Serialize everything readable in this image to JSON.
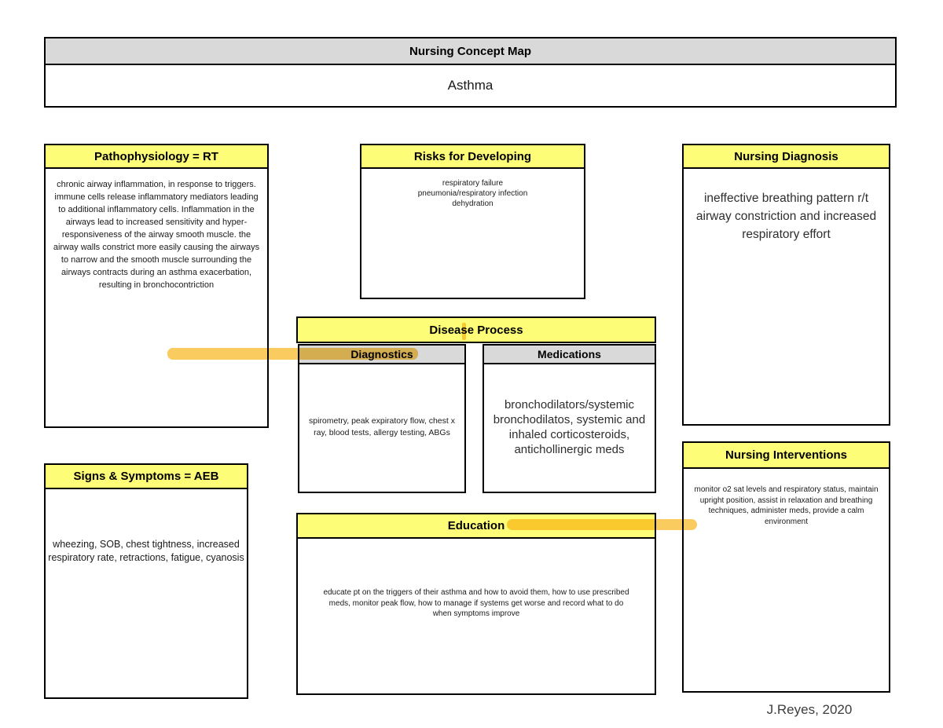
{
  "header": {
    "title": "Nursing Concept Map",
    "subtitle": "Asthma"
  },
  "boxes": {
    "pathophysiology": {
      "title": "Pathophysiology = RT",
      "body": "chronic airway inflammation, in response to triggers. immune cells release inflammatory mediators leading to additional inflammatory cells. Inflammation in the airways lead to increased sensitivity and hyper-responsiveness of the airway smooth muscle. the airway walls constrict more easily causing the airways to narrow and the smooth muscle surrounding the airways contracts during an asthma exacerbation, resulting in bronchocontriction"
    },
    "risks": {
      "title": "Risks for Developing",
      "body": "respiratory failure\npneumonia/respiratory infection\ndehydration"
    },
    "nursing_diagnosis": {
      "title": "Nursing Diagnosis",
      "body": "ineffective breathing pattern r/t airway constriction and increased respiratory effort"
    },
    "disease_process": {
      "title": "Disease Process",
      "diagnostics": {
        "title": "Diagnostics",
        "body": "spirometry, peak expiratory flow, chest x ray, blood tests, allergy testing, ABGs"
      },
      "medications": {
        "title": "Medications",
        "body": "bronchodilators/systemic bronchodilatos, systemic and inhaled corticosteroids, antichollinergic meds"
      }
    },
    "education": {
      "title": "Education",
      "body": "educate pt on the triggers of their asthma and how to avoid them, how to use prescribed meds, monitor peak flow, how to manage if systems get worse and record what to do when symptoms improve"
    },
    "signs_symptoms": {
      "title": "Signs & Symptoms = AEB",
      "body": "wheezing, SOB, chest tightness, increased respiratory rate, retractions, fatigue, cyanosis"
    },
    "nursing_interventions": {
      "title": "Nursing Interventions",
      "body": "monitor o2 sat levels and respiratory status, maintain upright position, assist in relaxation and breathing techniques, administer meds, provide a calm environment"
    }
  },
  "caption": "J.Reyes, 2020",
  "colors": {
    "header_yellow": "#fefd77",
    "header_gray": "#d9d9d9",
    "highlighter_gold": "#facb5f",
    "border_black": "#000000"
  }
}
